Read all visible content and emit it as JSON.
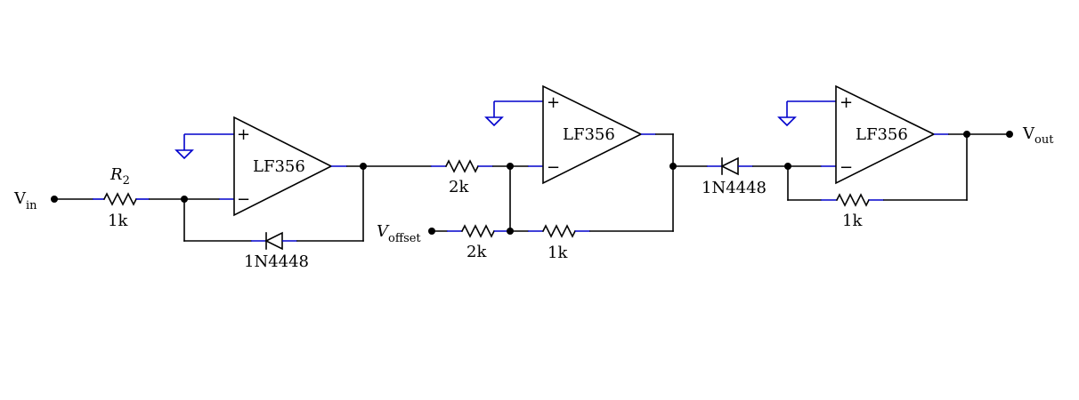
{
  "circuit": {
    "vin_label": "V",
    "vin_sub": "in",
    "vout_label": "V",
    "vout_sub": "out",
    "voffset_label": "V",
    "voffset_sub": "offset",
    "r2_label": "R",
    "r2_sub": "2",
    "stage1": {
      "opamp": "LF356",
      "r_in": "1k",
      "diode": "1N4448"
    },
    "stage2": {
      "opamp": "LF356",
      "r_in": "2k",
      "r_offset": "2k",
      "r_feedback": "1k"
    },
    "stage3": {
      "opamp": "LF356",
      "diode": "1N4448",
      "r_feedback": "1k"
    },
    "plus_sign": "+",
    "minus_sign": "−"
  },
  "colors": {
    "wire": "#000000",
    "terminal": "#0000cc"
  }
}
